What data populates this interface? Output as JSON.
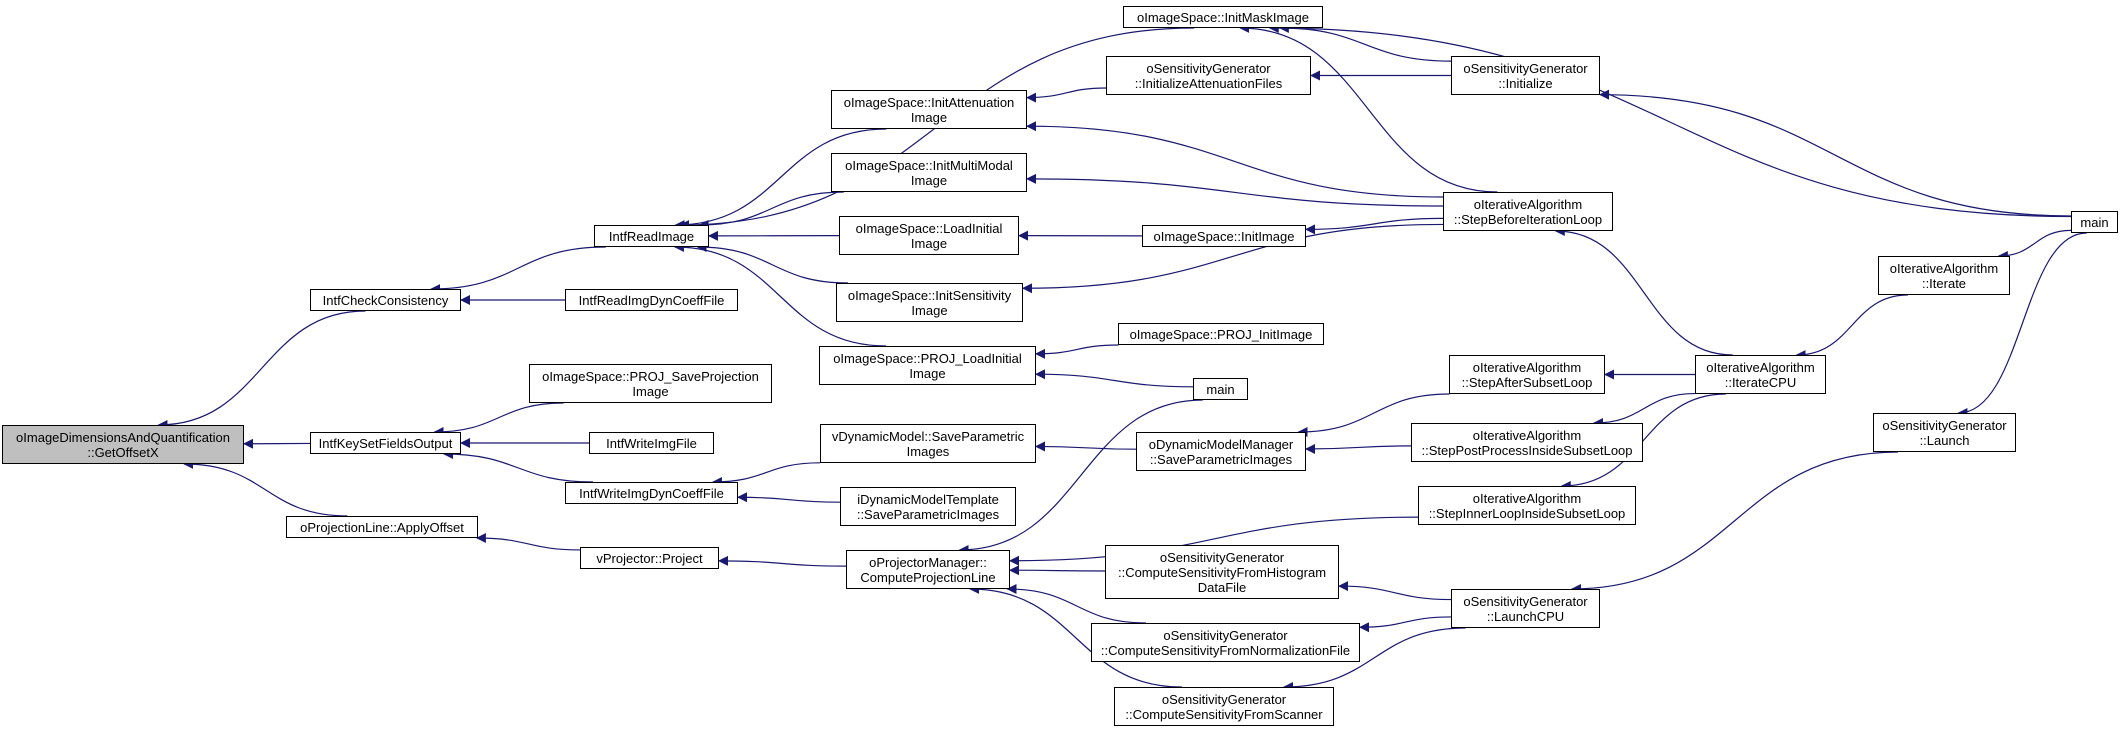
{
  "diagram": {
    "title": "",
    "edge_color": "#191970",
    "root_fill": "#bfbfbf",
    "nodes": [
      {
        "id": "root",
        "label": "oImageDimensionsAndQuantification\n::GetOffsetX",
        "root": true
      },
      {
        "id": "checkcons",
        "label": "IntfCheckConsistency"
      },
      {
        "id": "keyset",
        "label": "IntfKeySetFieldsOutput"
      },
      {
        "id": "applyoffset",
        "label": "oProjectionLine::ApplyOffset"
      },
      {
        "id": "readimage",
        "label": "IntfReadImage"
      },
      {
        "id": "readimgdyn",
        "label": "IntfReadImgDynCoeffFile"
      },
      {
        "id": "proj_saveproj",
        "label": "oImageSpace::PROJ_SaveProjection\nImage"
      },
      {
        "id": "writeimg",
        "label": "IntfWriteImgFile"
      },
      {
        "id": "writeimgdyn",
        "label": "IntfWriteImgDynCoeffFile"
      },
      {
        "id": "vproject",
        "label": "vProjector::Project"
      },
      {
        "id": "initmask",
        "label": "oImageSpace::InitMaskImage"
      },
      {
        "id": "initatten",
        "label": "oImageSpace::InitAttenuation\nImage"
      },
      {
        "id": "initmulti",
        "label": "oImageSpace::InitMultiModal\nImage"
      },
      {
        "id": "loadinitial",
        "label": "oImageSpace::LoadInitial\nImage"
      },
      {
        "id": "initsens",
        "label": "oImageSpace::InitSensitivity\nImage"
      },
      {
        "id": "proj_loadinitial",
        "label": "oImageSpace::PROJ_LoadInitial\nImage"
      },
      {
        "id": "vdyn_saveparam",
        "label": "vDynamicModel::SaveParametric\nImages"
      },
      {
        "id": "idyn_saveparam",
        "label": "iDynamicModelTemplate\n::SaveParametricImages"
      },
      {
        "id": "computeprojline",
        "label": "oProjectorManager::\nComputeProjectionLine"
      },
      {
        "id": "sens_initattenfiles",
        "label": "oSensitivityGenerator\n::InitializeAttenuationFiles"
      },
      {
        "id": "initimage",
        "label": "oImageSpace::InitImage"
      },
      {
        "id": "proj_initimage",
        "label": "oImageSpace::PROJ_InitImage"
      },
      {
        "id": "main_mid",
        "label": "main"
      },
      {
        "id": "odyn_saveparam",
        "label": "oDynamicModelManager\n::SaveParametricImages"
      },
      {
        "id": "sens_histo",
        "label": "oSensitivityGenerator\n::ComputeSensitivityFromHistogram\nDataFile"
      },
      {
        "id": "sens_norm",
        "label": "oSensitivityGenerator\n::ComputeSensitivityFromNormalizationFile"
      },
      {
        "id": "sens_scanner",
        "label": "oSensitivityGenerator\n::ComputeSensitivityFromScanner"
      },
      {
        "id": "sens_initialize",
        "label": "oSensitivityGenerator\n::Initialize"
      },
      {
        "id": "stepbefore",
        "label": "oIterativeAlgorithm\n::StepBeforeIterationLoop"
      },
      {
        "id": "stepaftersubset",
        "label": "oIterativeAlgorithm\n::StepAfterSubsetLoop"
      },
      {
        "id": "steppostprocess",
        "label": "oIterativeAlgorithm\n::StepPostProcessInsideSubsetLoop"
      },
      {
        "id": "stepinner",
        "label": "oIterativeAlgorithm\n::StepInnerLoopInsideSubsetLoop"
      },
      {
        "id": "launchcpu",
        "label": "oSensitivityGenerator\n::LaunchCPU"
      },
      {
        "id": "iteratecpu",
        "label": "oIterativeAlgorithm\n::IterateCPU"
      },
      {
        "id": "iterate",
        "label": "oIterativeAlgorithm\n::Iterate"
      },
      {
        "id": "launch",
        "label": "oSensitivityGenerator\n::Launch"
      },
      {
        "id": "main_right",
        "label": "main"
      }
    ],
    "edges": [
      {
        "from": "checkcons",
        "to": "root"
      },
      {
        "from": "keyset",
        "to": "root"
      },
      {
        "from": "applyoffset",
        "to": "root"
      },
      {
        "from": "readimage",
        "to": "checkcons"
      },
      {
        "from": "readimgdyn",
        "to": "checkcons"
      },
      {
        "from": "proj_saveproj",
        "to": "keyset"
      },
      {
        "from": "writeimg",
        "to": "keyset"
      },
      {
        "from": "writeimgdyn",
        "to": "keyset"
      },
      {
        "from": "vproject",
        "to": "applyoffset"
      },
      {
        "from": "initmask",
        "to": "readimage"
      },
      {
        "from": "initatten",
        "to": "readimage"
      },
      {
        "from": "initmulti",
        "to": "readimage"
      },
      {
        "from": "loadinitial",
        "to": "readimage"
      },
      {
        "from": "initsens",
        "to": "readimage"
      },
      {
        "from": "proj_loadinitial",
        "to": "readimage"
      },
      {
        "from": "vdyn_saveparam",
        "to": "writeimgdyn"
      },
      {
        "from": "idyn_saveparam",
        "to": "writeimgdyn"
      },
      {
        "from": "computeprojline",
        "to": "vproject"
      },
      {
        "from": "sens_initialize",
        "to": "initmask"
      },
      {
        "from": "stepbefore",
        "to": "initmask"
      },
      {
        "from": "main_right",
        "to": "initmask"
      },
      {
        "from": "sens_initattenfiles",
        "to": "initatten"
      },
      {
        "from": "stepbefore",
        "to": "initatten"
      },
      {
        "from": "stepbefore",
        "to": "initmulti"
      },
      {
        "from": "initimage",
        "to": "loadinitial"
      },
      {
        "from": "stepbefore",
        "to": "initsens"
      },
      {
        "from": "proj_initimage",
        "to": "proj_loadinitial"
      },
      {
        "from": "main_mid",
        "to": "proj_loadinitial"
      },
      {
        "from": "odyn_saveparam",
        "to": "vdyn_saveparam"
      },
      {
        "from": "main_mid",
        "to": "computeprojline"
      },
      {
        "from": "stepinner",
        "to": "computeprojline"
      },
      {
        "from": "sens_histo",
        "to": "computeprojline"
      },
      {
        "from": "sens_norm",
        "to": "computeprojline"
      },
      {
        "from": "sens_scanner",
        "to": "computeprojline"
      },
      {
        "from": "sens_initialize",
        "to": "sens_initattenfiles"
      },
      {
        "from": "stepbefore",
        "to": "initimage"
      },
      {
        "from": "stepaftersubset",
        "to": "odyn_saveparam"
      },
      {
        "from": "steppostprocess",
        "to": "odyn_saveparam"
      },
      {
        "from": "launchcpu",
        "to": "sens_histo"
      },
      {
        "from": "launchcpu",
        "to": "sens_norm"
      },
      {
        "from": "launchcpu",
        "to": "sens_scanner"
      },
      {
        "from": "main_right",
        "to": "sens_initialize"
      },
      {
        "from": "iteratecpu",
        "to": "stepbefore"
      },
      {
        "from": "iteratecpu",
        "to": "stepaftersubset"
      },
      {
        "from": "iteratecpu",
        "to": "steppostprocess"
      },
      {
        "from": "iteratecpu",
        "to": "stepinner"
      },
      {
        "from": "launch",
        "to": "launchcpu"
      },
      {
        "from": "iterate",
        "to": "iteratecpu"
      },
      {
        "from": "main_right",
        "to": "iterate"
      },
      {
        "from": "main_right",
        "to": "launch"
      }
    ]
  }
}
